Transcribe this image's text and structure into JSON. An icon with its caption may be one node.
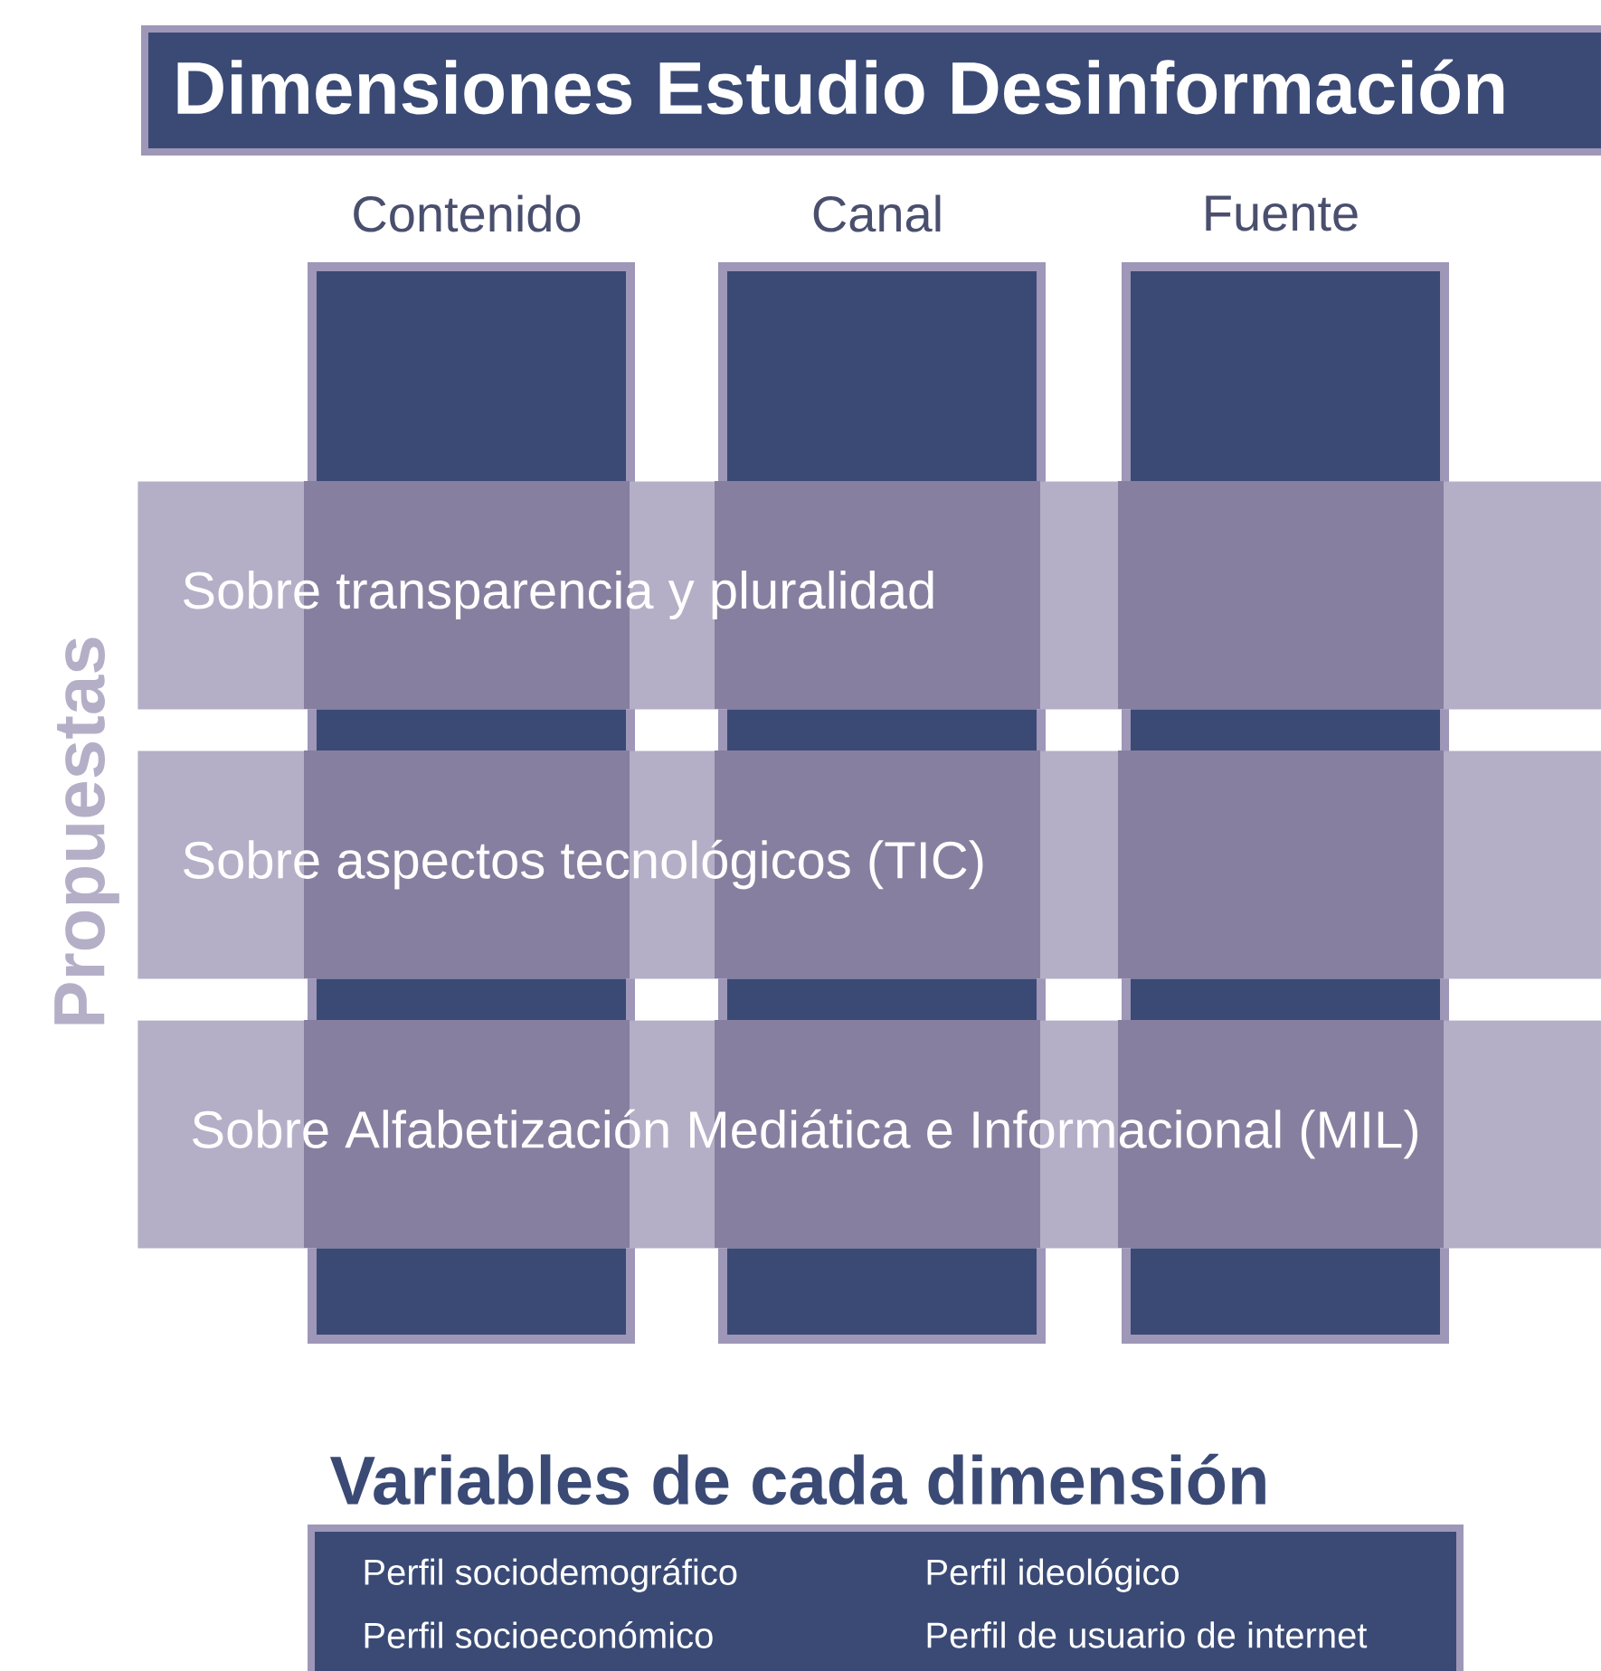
{
  "diagram": {
    "nodes": [
      {
        "text": [
          "Dimensiones Estudio Desinformación"
        ]
      },
      {
        "text": [
          "Contenido"
        ]
      },
      {
        "text": [
          "Canal"
        ]
      },
      {
        "text": [
          "Fuente"
        ]
      },
      {
        "text": [
          "Sobre transparencia y pluralidad"
        ]
      },
      {
        "text": [
          "Sobre aspectos tecnológicos (TIC)"
        ]
      },
      {
        "text": [
          "Sobre Alfabetización Mediática e Informacional (MIL)"
        ]
      },
      {
        "text": [
          "Variables de cada dimensión",
          "Perfil sociodemográfico",
          "Perfil ideológico",
          "Perfil socioeconómico",
          "Perfil de usuario de internet"
        ]
      }
    ],
    "edges": [],
    "labels": [
      "Propuestas"
    ]
  }
}
